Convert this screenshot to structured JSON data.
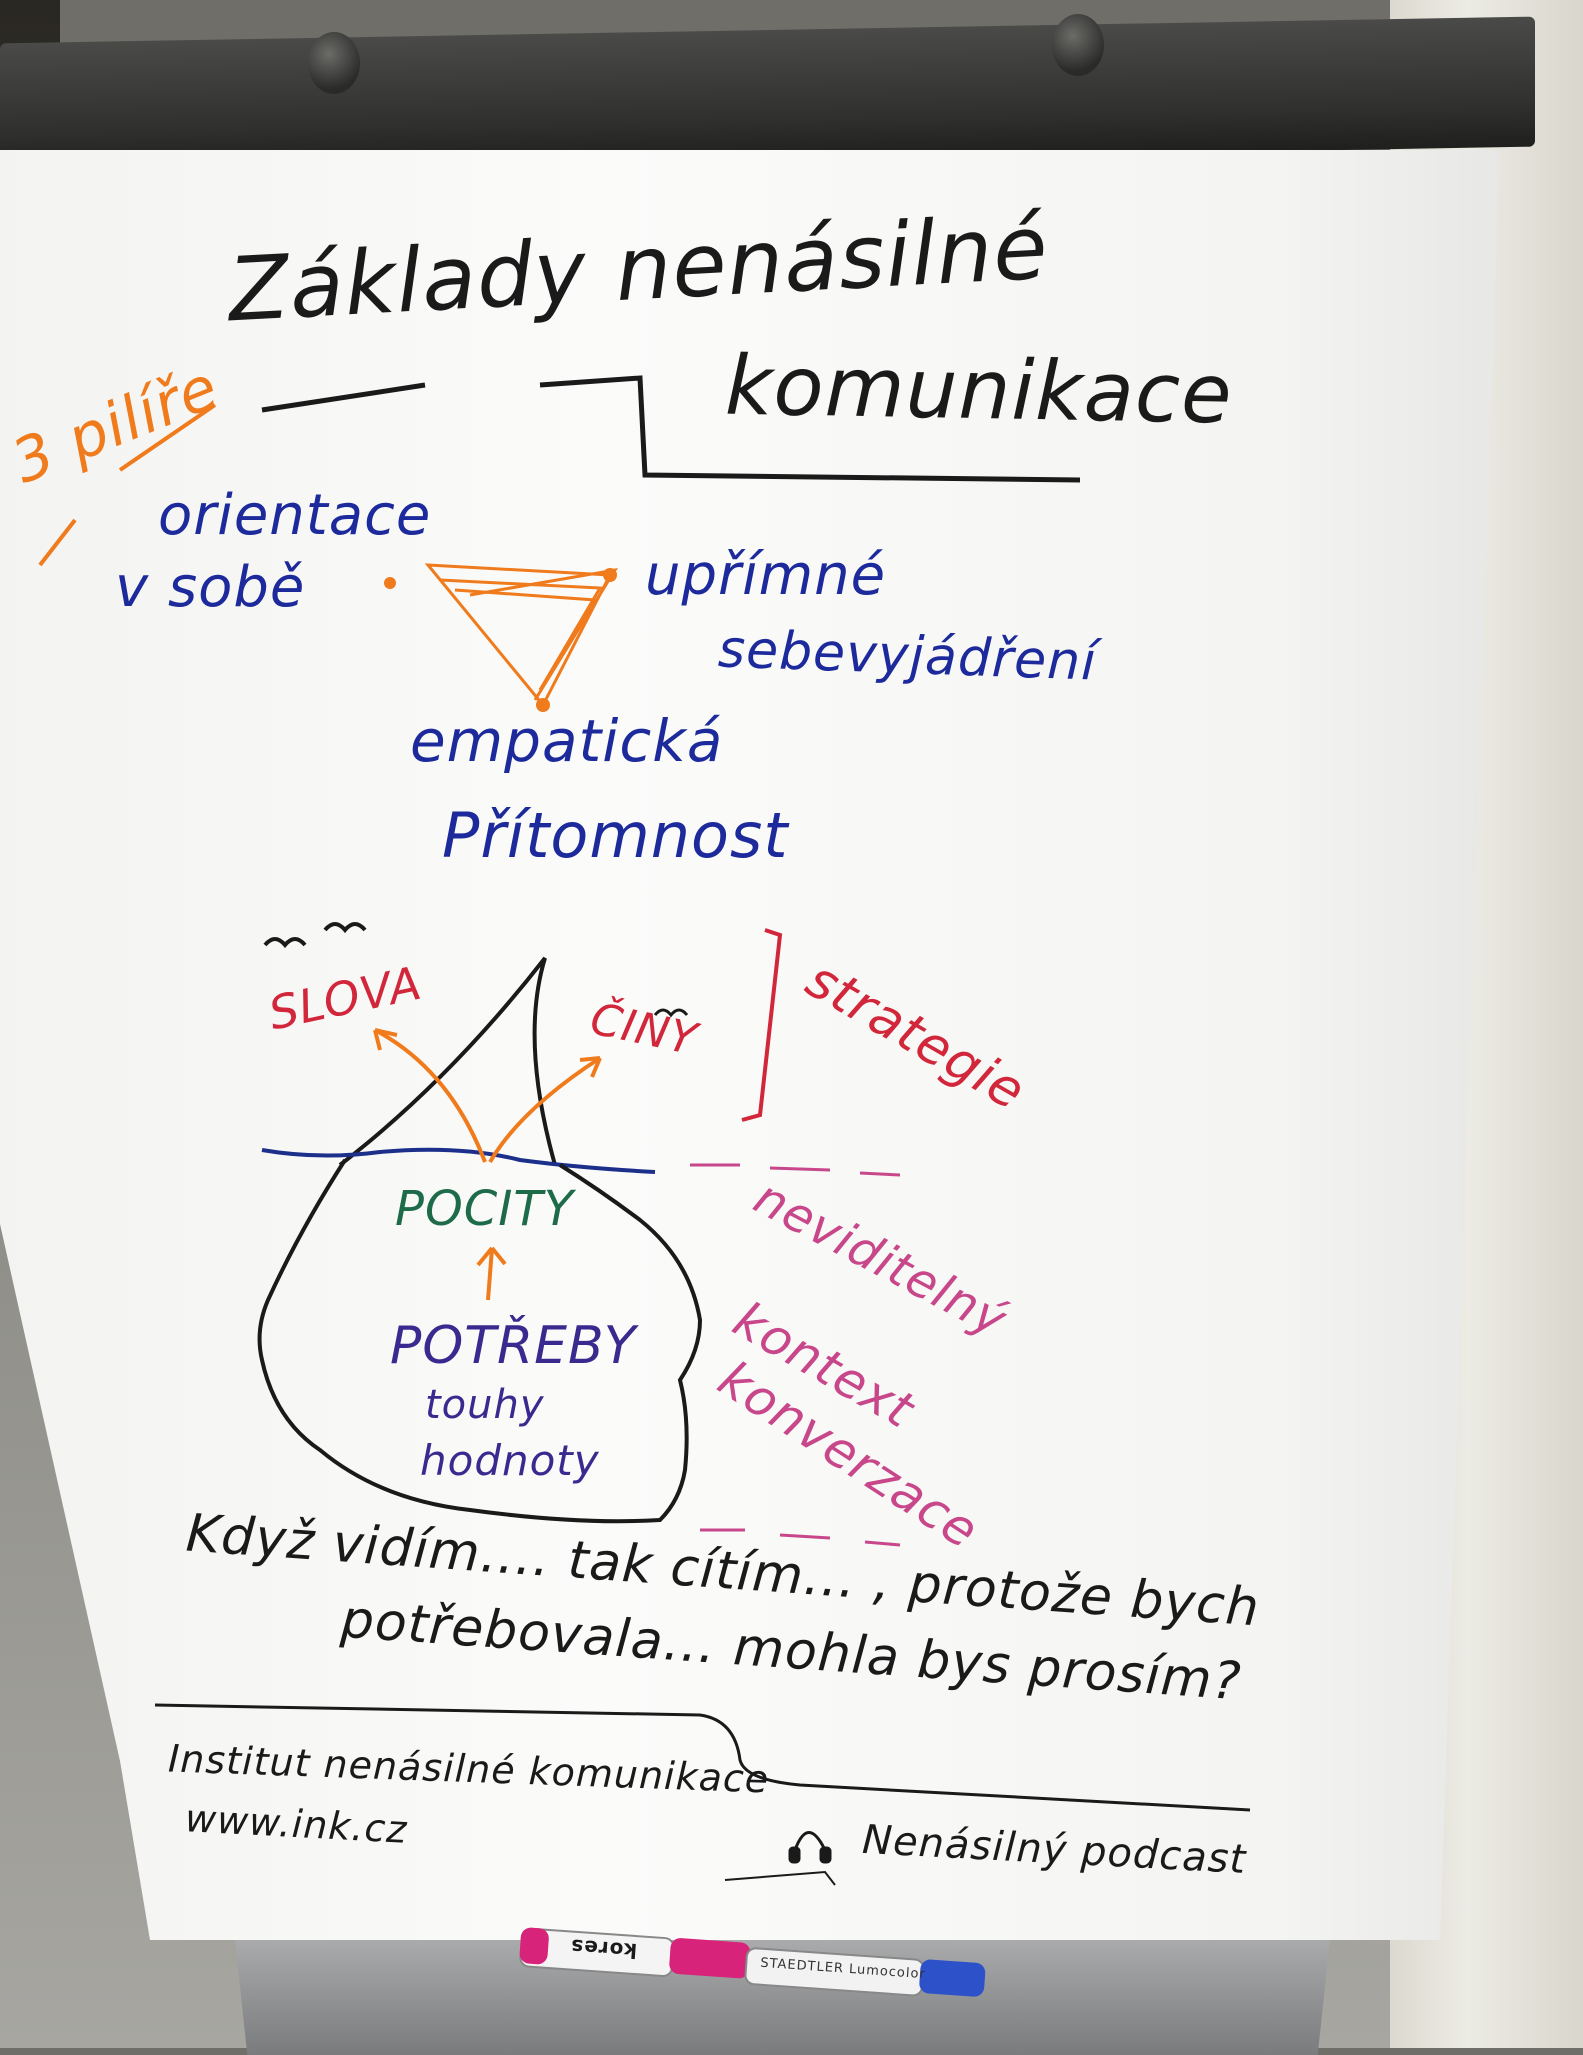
{
  "flipchart": {
    "title_line1": "Základy nenásilné",
    "title_line2": "komunikace",
    "pillars_label": "3 pilíře",
    "pillar_orientation_1": "orientace",
    "pillar_orientation_2": "v sobě",
    "pillar_honest_1": "upřímné",
    "pillar_honest_2": "sebevyjádření",
    "pillar_empathy_1": "empatická",
    "pillar_empathy_2": "Přítomnost",
    "iceberg_words": "SLOVA",
    "iceberg_actions": "ČINY",
    "strategy_label": "strategie",
    "feelings_label": "POCITY",
    "needs_label": "POTŘEBY",
    "needs_sub1": "touhy",
    "needs_sub2": "hodnoty",
    "hidden_1": "neviditelný",
    "hidden_2": "kontext",
    "hidden_3": "konverzace",
    "sentence_line1": "Když vidím.... tak cítím... , protože bych",
    "sentence_line2": "potřebovala... mohla bys prosím?",
    "footer_institute": "Institut nenásilné komunikace",
    "footer_web": "www.ink.cz",
    "footer_podcast": "Nenásilný podcast",
    "marker_brand_1": "kores",
    "marker_brand_2": "STAEDTLER Lumocolor"
  },
  "colors": {
    "black": "#1a1a1a",
    "orange": "#f07b1c",
    "blue": "#1d2a9c",
    "red": "#d2263a",
    "green": "#1e6b4a",
    "purple": "#3a2a8f",
    "magenta": "#c8478a",
    "navy_wave": "#1c2f8a",
    "marker_pink": "#d8237a",
    "marker_blue": "#2c51c9"
  }
}
